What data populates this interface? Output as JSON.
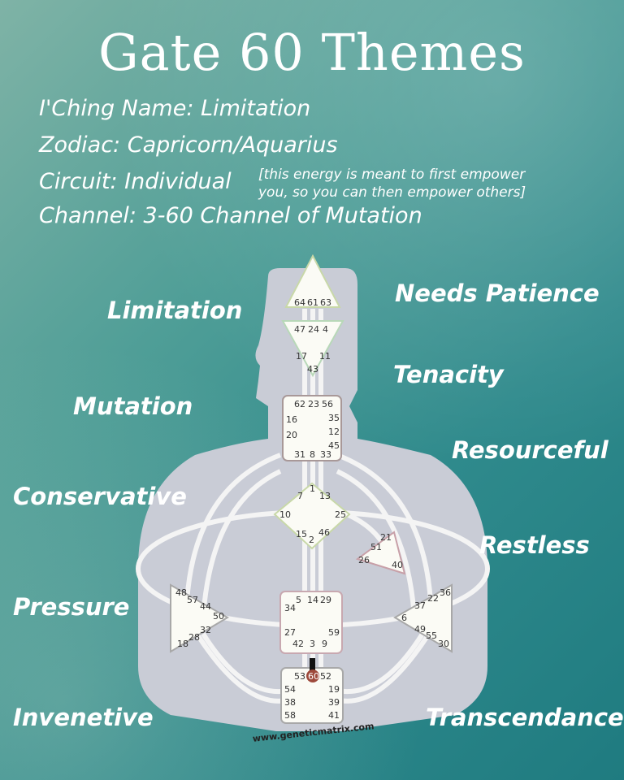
{
  "title": "Gate 60 Themes",
  "info": {
    "iching": "I'Ching Name: Limitation",
    "zodiac": "Zodiac: Capricorn/Aquarius",
    "circuit": "Circuit: Individual",
    "circuit_note_line1": "[this energy is meant to first empower",
    "circuit_note_line2": "you, so you can then empower others]",
    "channel": "Channel: 3-60 Channel of Mutation"
  },
  "themes": {
    "limitation": "Limitation",
    "needs_patience": "Needs Patience",
    "tenacity": "Tenacity",
    "mutation": "Mutation",
    "resourceful": "Resourceful",
    "conservative": "Conservative",
    "restless": "Restless",
    "pressure": "Pressure",
    "invenetive": "Invenetive",
    "transcendance": "Transcendance"
  },
  "bodygraph": {
    "watermark": "www.geneticmatrix.com",
    "highlight_gate": "60",
    "highlight_color": "#9e4a3c",
    "centers": {
      "head": [
        "64",
        "61",
        "63"
      ],
      "ajna": [
        "47",
        "24",
        "4",
        "17",
        "11",
        "43"
      ],
      "throat": [
        "62",
        "23",
        "56",
        "16",
        "35",
        "12",
        "20",
        "45",
        "31",
        "8",
        "33"
      ],
      "g": [
        "1",
        "7",
        "13",
        "10",
        "25",
        "15",
        "46",
        "2"
      ],
      "heart": [
        "21",
        "51",
        "26",
        "40"
      ],
      "sacral": [
        "5",
        "14",
        "29",
        "34",
        "27",
        "59",
        "42",
        "3",
        "9"
      ],
      "spleen": [
        "48",
        "57",
        "44",
        "50",
        "32",
        "28",
        "18"
      ],
      "solar": [
        "36",
        "22",
        "37",
        "6",
        "49",
        "55",
        "30"
      ],
      "root": [
        "53",
        "60",
        "52",
        "54",
        "19",
        "38",
        "39",
        "58",
        "41"
      ]
    }
  }
}
